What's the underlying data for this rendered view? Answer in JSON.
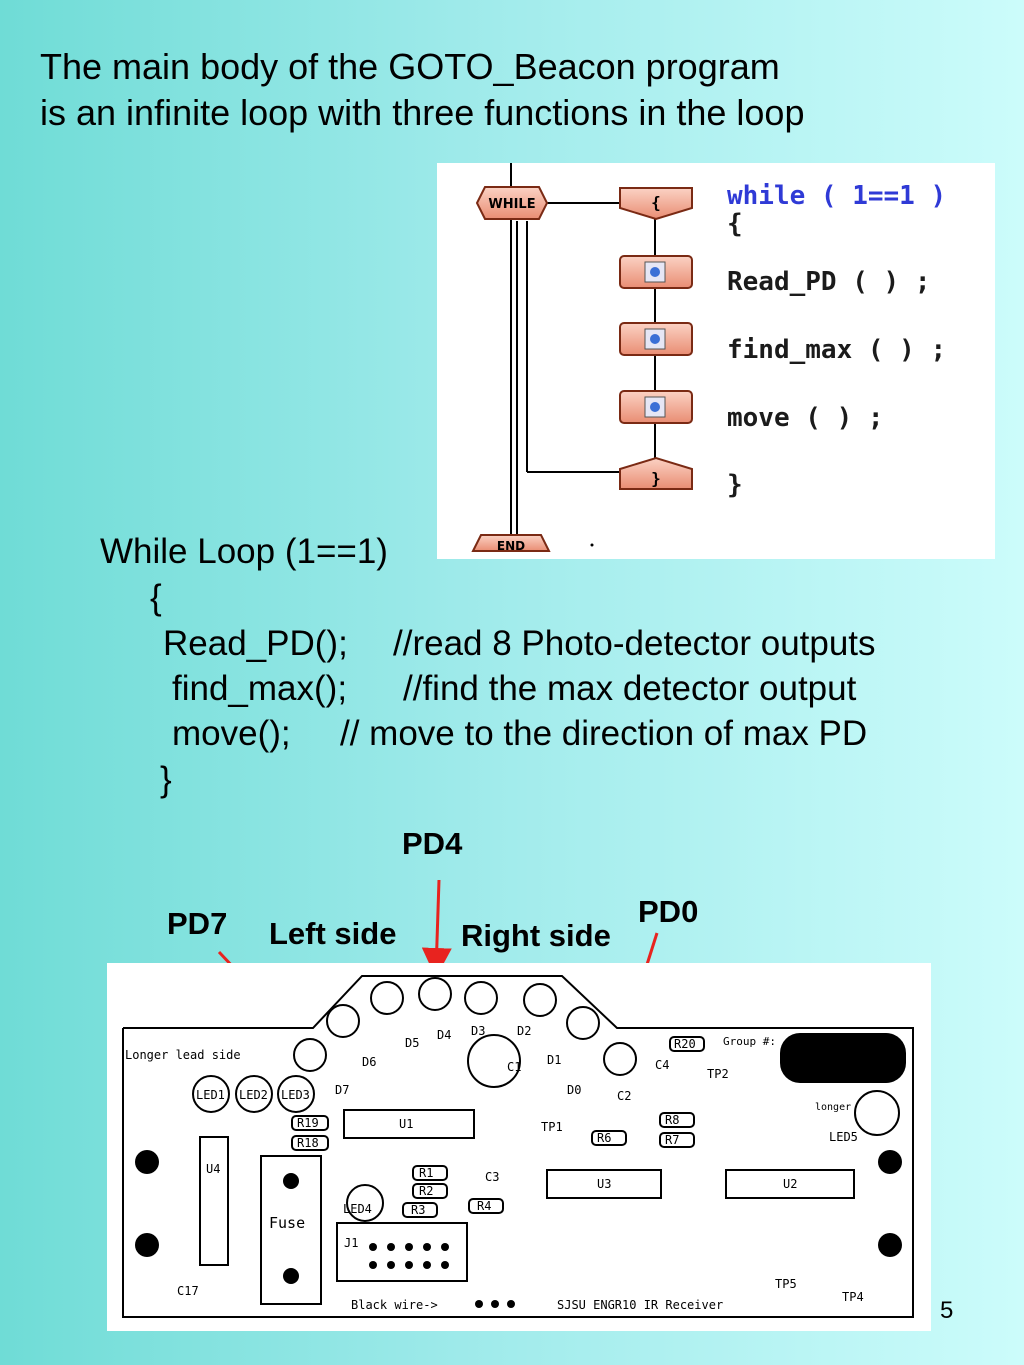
{
  "heading": {
    "line1": "The main body of the GOTO_Beacon program",
    "line2": "is an infinite loop with three functions in the loop"
  },
  "flowchart": {
    "while_block": "WHILE",
    "open_brace_block": "{",
    "close_brace_block": "}",
    "end_block": "END",
    "code_lines": [
      "while ( 1==1 )",
      "{",
      "Read_PD ( ) ;",
      "find_max ( ) ;",
      "move ( ) ;",
      "}"
    ]
  },
  "loop_listing": {
    "header": "While Loop (1==1)",
    "open": "{",
    "line1_call": "Read_PD();",
    "line1_comment": "//read 8 Photo-detector outputs",
    "line2_call": "find_max();",
    "line2_comment": "//find the max detector output",
    "line3_call": "move();",
    "line3_comment": "// move to the direction of max PD",
    "close": "}"
  },
  "labels": {
    "pd4": "PD4",
    "pd7": "PD7",
    "pd0": "PD0",
    "left_side": "Left side",
    "right_side": "Right side"
  },
  "board": {
    "longer_lead_side": "Longer lead side",
    "group": "Group #:",
    "black_wire": "Black wire->",
    "title": "SJSU ENGR10 IR Receiver",
    "chips": [
      "U1",
      "U2",
      "U3",
      "U4"
    ],
    "fuse": "Fuse",
    "led5": "LED5",
    "longer": "longer"
  },
  "colors": {
    "arrow": "#e8231f",
    "keyword": "#2f3ad6",
    "flow_block": "#f4a68f"
  },
  "page_number": "5"
}
